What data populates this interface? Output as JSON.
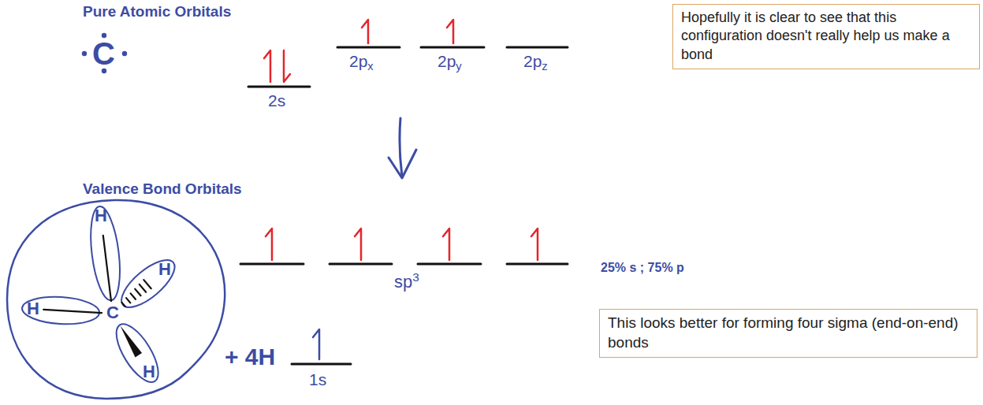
{
  "diagram": {
    "nodes": [
      {
        "text": [
          "Hopefully it is clear to see that this configuration doesn't really help us make a bond"
        ]
      },
      {
        "text": [
          "H",
          "H",
          "H",
          "C",
          "H"
        ]
      },
      {
        "text": [
          "This looks better for forming four sigma (end-on-end) bonds"
        ]
      }
    ],
    "labels": [
      "Pure Atomic Orbitals",
      "C",
      "2px",
      "2py",
      "2pz",
      "2s",
      "Valence Bond Orbitals",
      "25% s ; 75% p",
      "sp3",
      "+ 4H",
      "1s"
    ]
  }
}
